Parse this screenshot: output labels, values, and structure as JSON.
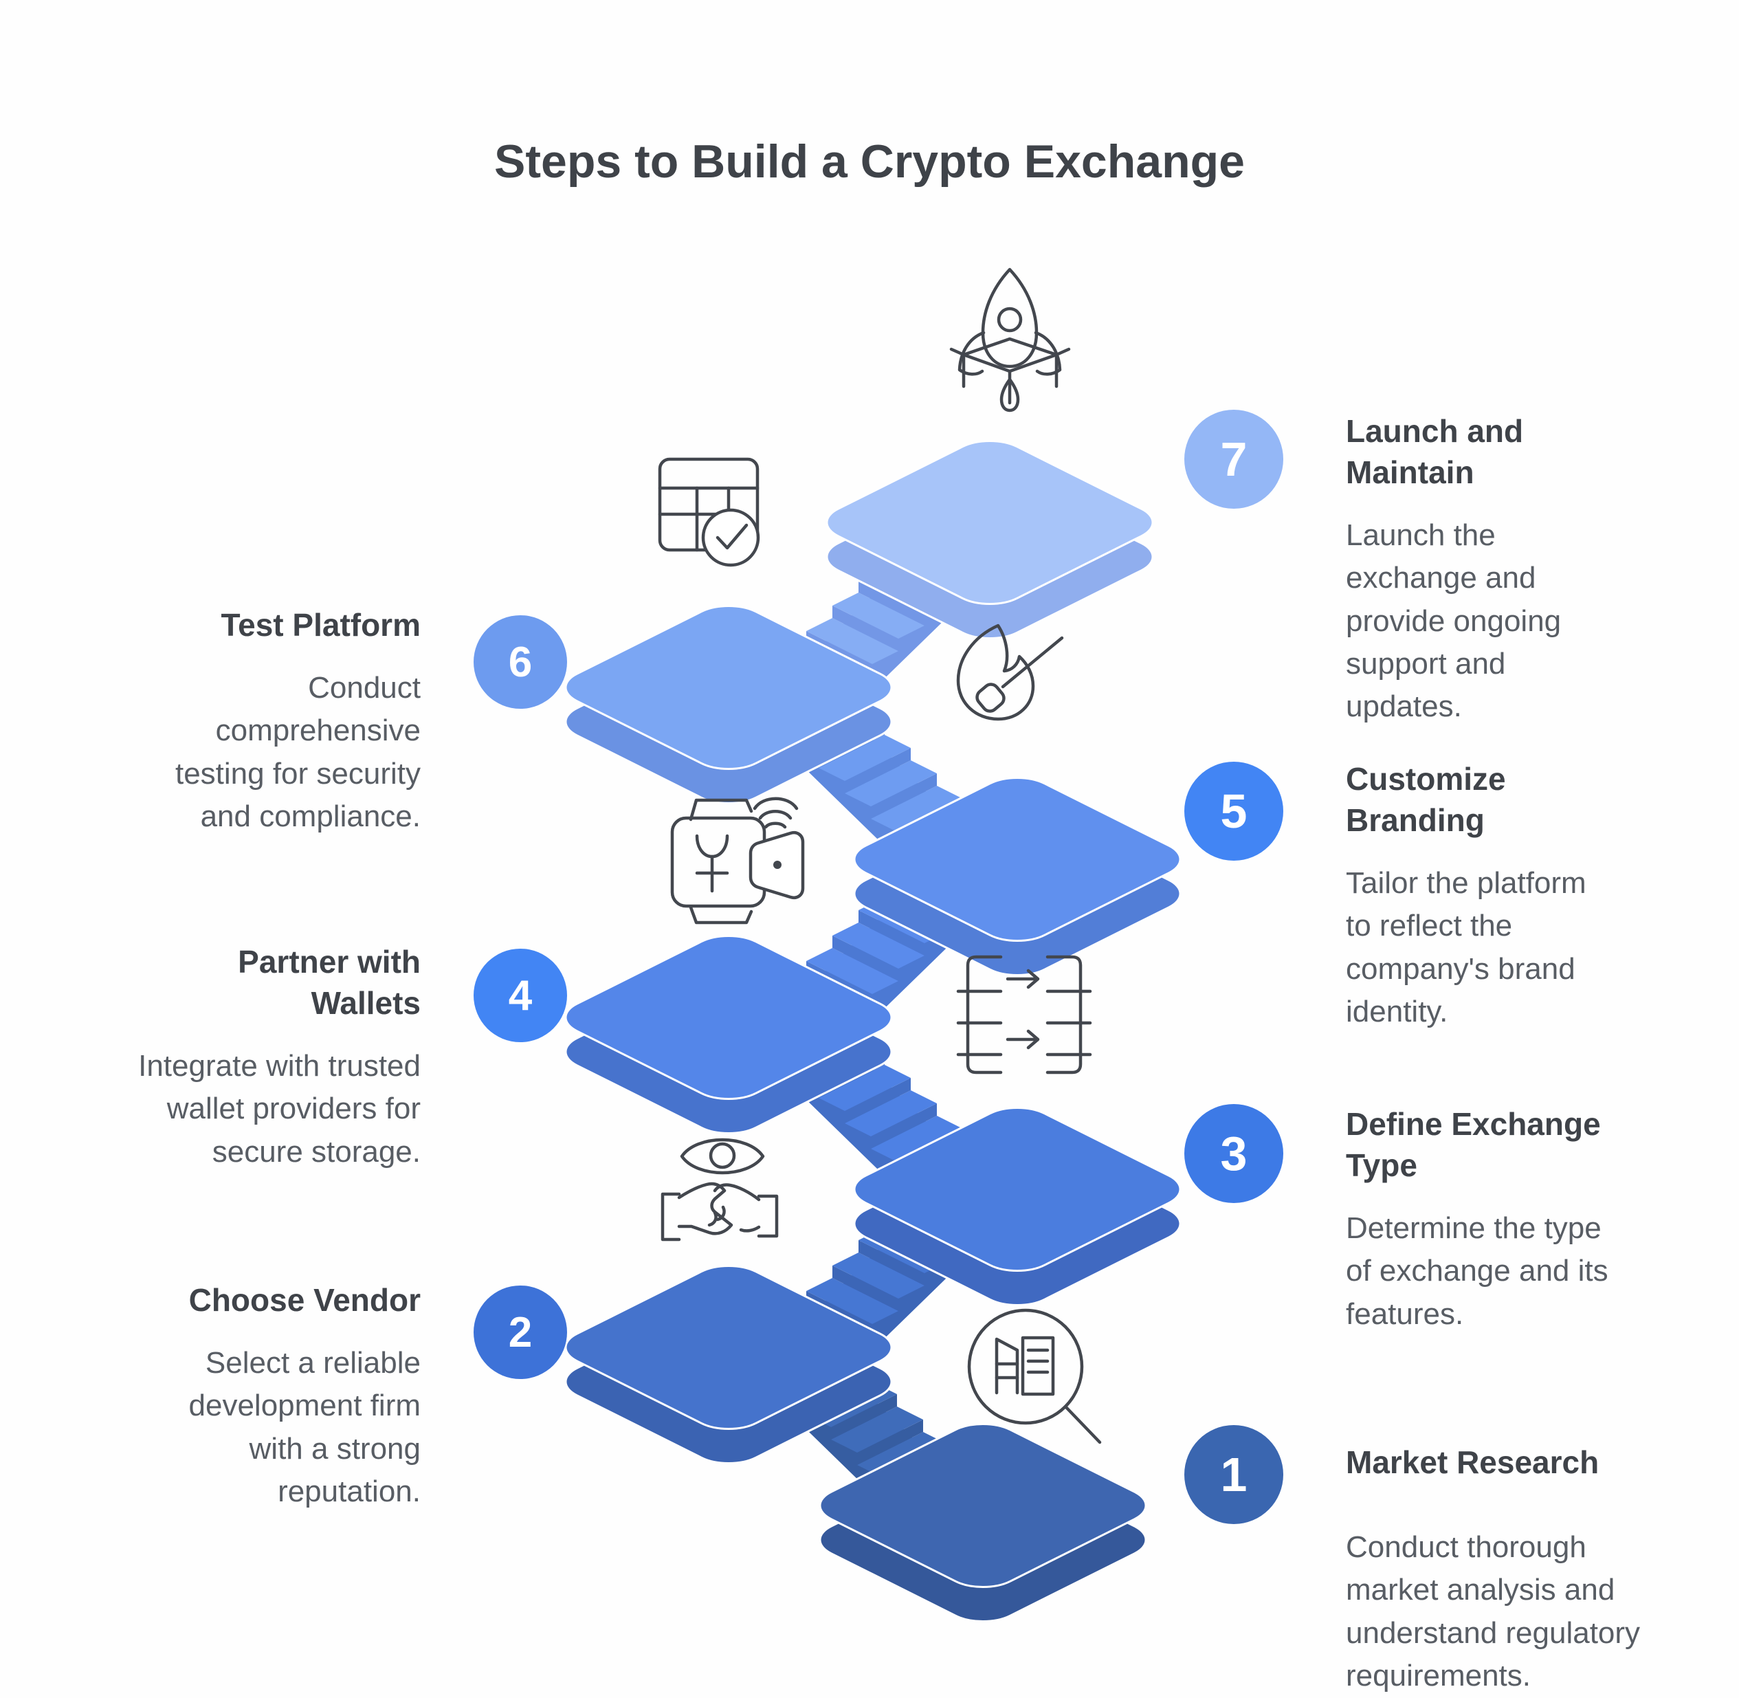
{
  "title": "Steps to Build a Crypto Exchange",
  "colors": {
    "background": "#fefefe",
    "title_text": "#3f4349",
    "step_title_text": "#3f4349",
    "step_desc_text": "#585d64",
    "icon_stroke": "#43474e",
    "stair_gradient_top": "#a7c4f9",
    "stair_gradient_bottom": "#3e66b0"
  },
  "steps": [
    {
      "num": "1",
      "title": "Market Research",
      "desc": "Conduct thorough market analysis and understand regulatory requirements.",
      "side": "right",
      "icon": "document-magnifier-icon",
      "circle_color": "#3a66b0"
    },
    {
      "num": "2",
      "title": "Choose Vendor",
      "desc": "Select a reliable development firm with a strong reputation.",
      "side": "left",
      "icon": "eye-handshake-icon",
      "circle_color": "#3d72d8"
    },
    {
      "num": "3",
      "title": "Define Exchange Type",
      "desc": "Determine the type of exchange and its features.",
      "side": "right",
      "icon": "data-transfer-icon",
      "circle_color": "#3d7ae6"
    },
    {
      "num": "4",
      "title": "Partner with Wallets",
      "desc": "Integrate with trusted wallet providers for secure storage.",
      "side": "left",
      "icon": "wallet-contactless-icon",
      "circle_color": "#4285f4"
    },
    {
      "num": "5",
      "title": "Customize Branding",
      "desc": "Tailor the platform to reflect the company's brand identity.",
      "side": "right",
      "icon": "match-fire-icon",
      "circle_color": "#4285f4"
    },
    {
      "num": "6",
      "title": "Test Platform",
      "desc": "Conduct comprehensive testing for security and compliance.",
      "side": "left",
      "icon": "table-check-icon",
      "circle_color": "#6d9bef"
    },
    {
      "num": "7",
      "title": "Launch and Maintain",
      "desc": "Launch the exchange and provide ongoing support and updates.",
      "side": "right",
      "icon": "rocket-launch-icon",
      "circle_color": "#94b7f6"
    }
  ]
}
